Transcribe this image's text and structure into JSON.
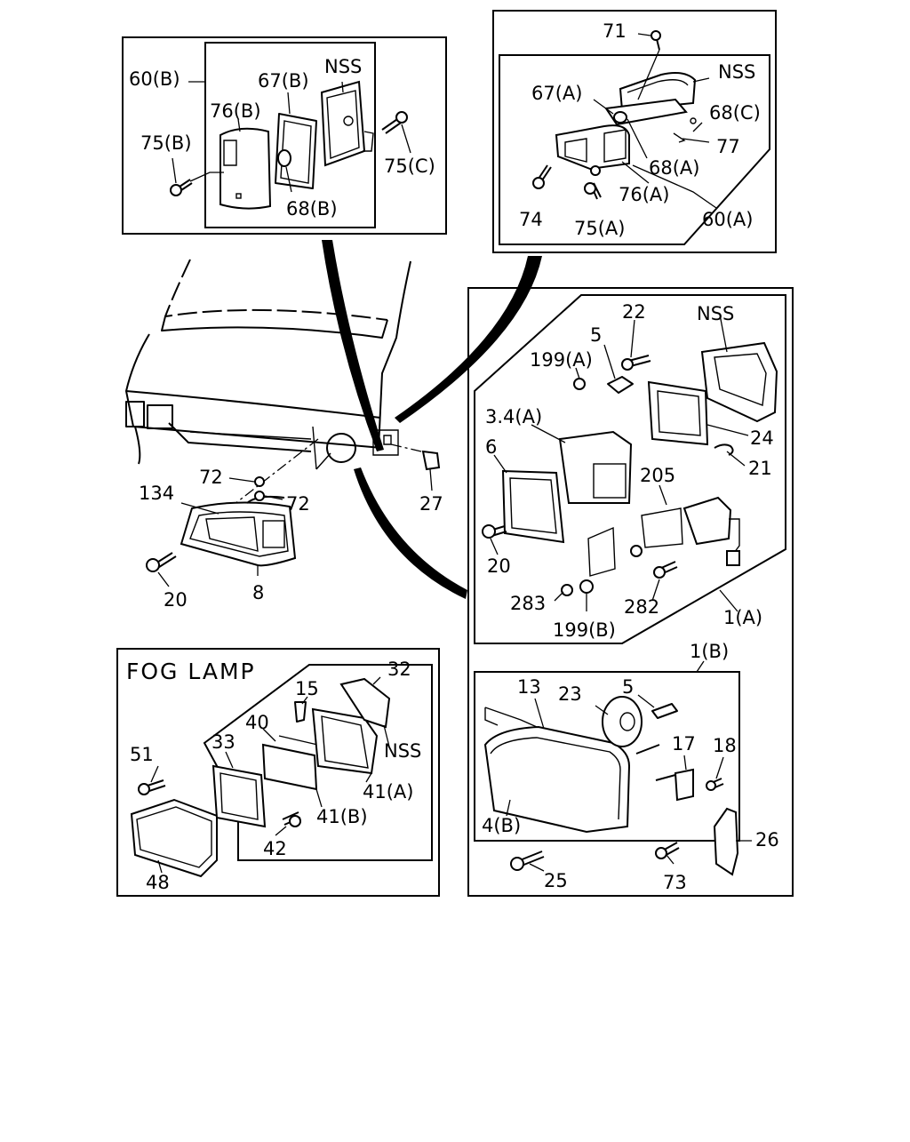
{
  "title": "FOG LAMP",
  "callouts": {
    "c60b": "60(B)",
    "c67b": "67(B)",
    "cnss1": "NSS",
    "c76b": "76(B)",
    "c75b": "75(B)",
    "c75c": "75(C)",
    "c68b": "68(B)",
    "c71": "71",
    "cnss2": "NSS",
    "c67a": "67(A)",
    "c68c": "68(C)",
    "c77": "77",
    "c68a": "68(A)",
    "c76a": "76(A)",
    "c74": "74",
    "c75a": "75(A)",
    "c60a": "60(A)",
    "c22": "22",
    "cnss3": "NSS",
    "c5a": "5",
    "c199a": "199(A)",
    "c34a": "3.4(A)",
    "c24": "24",
    "c6": "6",
    "c21": "21",
    "c205": "205",
    "c20a": "20",
    "c283": "283",
    "c282": "282",
    "c199b": "199(B)",
    "c1a": "1(A)",
    "c72a": "72",
    "c134": "134",
    "c72b": "72",
    "c27": "27",
    "c20b": "20",
    "c8": "8",
    "c1b": "1(B)",
    "c13": "13",
    "c23": "23",
    "c5b": "5",
    "c17": "17",
    "c18": "18",
    "c4b": "4(B)",
    "c25": "25",
    "c73": "73",
    "c26": "26",
    "c32": "32",
    "c15": "15",
    "c40": "40",
    "c33": "33",
    "cnss4": "NSS",
    "c51": "51",
    "c41a": "41(A)",
    "c41b": "41(B)",
    "c42": "42",
    "c48": "48"
  }
}
